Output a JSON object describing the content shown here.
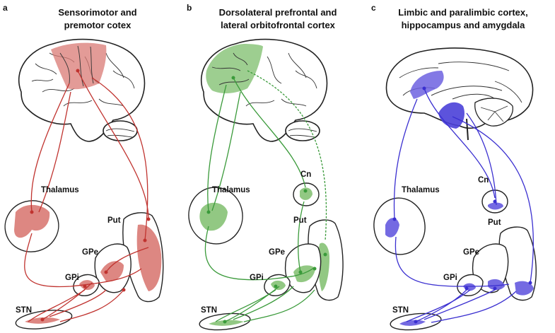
{
  "colors": {
    "motor": "#c0332f",
    "motor_fill": "#d97a74",
    "associative": "#3a9a3a",
    "associative_fill": "#8cc57c",
    "limbic": "#3a2fd0",
    "limbic_fill": "#6d62e0"
  },
  "panels": [
    {
      "letter": "a",
      "title_line1": "Sensorimotor and",
      "title_line2": "premotor cotex",
      "labels": {
        "thalamus": "Thalamus",
        "put": "Put",
        "gpe": "GPe",
        "gpi": "GPi",
        "stn": "STN"
      }
    },
    {
      "letter": "b",
      "title_line1": "Dorsolateral prefrontal and",
      "title_line2": "lateral orbitofrontal cortex",
      "labels": {
        "thalamus": "Thalamus",
        "cn": "Cn",
        "put": "Put",
        "gpe": "GPe",
        "gpi": "GPi",
        "stn": "STN"
      }
    },
    {
      "letter": "c",
      "title_line1": "Limbic and paralimbic cortex,",
      "title_line2": "hippocampus and amygdala",
      "labels": {
        "thalamus": "Thalamus",
        "cn": "Cn",
        "put": "Put",
        "gpe": "GPe",
        "gpi": "GPi",
        "stn": "STN"
      }
    }
  ]
}
